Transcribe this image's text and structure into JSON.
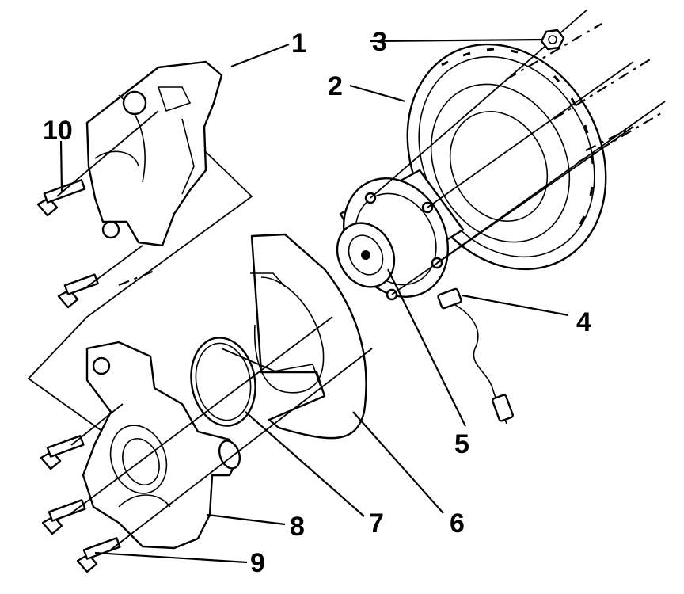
{
  "diagram": {
    "callouts": [
      {
        "id": "1",
        "label": "1",
        "part": "brake-caliper"
      },
      {
        "id": "2",
        "label": "2",
        "part": "brake-rotor"
      },
      {
        "id": "3",
        "label": "3",
        "part": "rotor-retaining-nut"
      },
      {
        "id": "4",
        "label": "4",
        "part": "wheel-speed-sensor-harness"
      },
      {
        "id": "5",
        "label": "5",
        "part": "wheel-hub-bearing"
      },
      {
        "id": "6",
        "label": "6",
        "part": "splash-shield"
      },
      {
        "id": "7",
        "label": "7",
        "part": "seal-ring"
      },
      {
        "id": "8",
        "label": "8",
        "part": "steering-knuckle"
      },
      {
        "id": "9",
        "label": "9",
        "part": "knuckle-bolt"
      },
      {
        "id": "10",
        "label": "10",
        "part": "caliper-bolt"
      }
    ]
  }
}
